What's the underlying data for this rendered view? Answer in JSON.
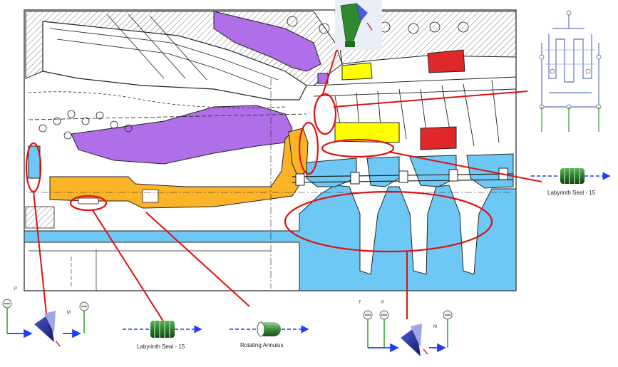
{
  "labels": {
    "labyrinth_seal_right": "Labyrinth Seal - 15",
    "labyrinth_seal_bottom": "Labyrinth Seal - 15",
    "rotating_annulus": "Rotating Annulus"
  },
  "gauge_letters": {
    "left_p": "P",
    "left_m": "M",
    "right_t": "T",
    "right_p": "P",
    "right_m": "M"
  },
  "colors": {
    "purple_casing": "#b06fe8",
    "yellow_seal": "#ffff00",
    "red_vane": "#e02828",
    "orange_shaft": "#fbb327",
    "blue_rotor": "#6ec8f5",
    "callout_red": "#e01010",
    "flow_blue": "#1a3cff",
    "seal_green": "#2e7a2e"
  }
}
